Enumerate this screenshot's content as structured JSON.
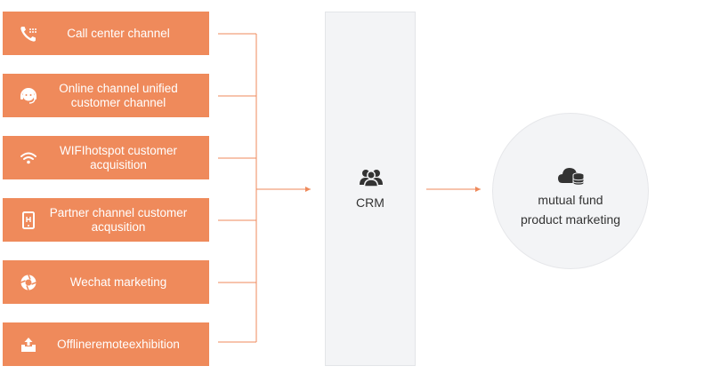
{
  "colors": {
    "channel_bg": "#ef8a5b",
    "connector": "#ef8a5b",
    "panel_bg": "#f3f4f6",
    "text": "#333333"
  },
  "channels": [
    {
      "label": "Call center channel",
      "icon": "phone-icon"
    },
    {
      "label": "Online channel unified customer channel",
      "icon": "headset-icon"
    },
    {
      "label": "WIFIhotspot customer acquisition",
      "icon": "wifi-icon"
    },
    {
      "label": "Partner channel customer acqusition",
      "icon": "mobile-device-icon"
    },
    {
      "label": "Wechat marketing",
      "icon": "camera-shutter-icon"
    },
    {
      "label": "Offlineremoteexhibition",
      "icon": "upload-box-icon"
    }
  ],
  "crm": {
    "label": "CRM",
    "icon": "users-icon"
  },
  "fund": {
    "line1": "mutual fund",
    "line2": "product marketing",
    "icon": "cloud-coins-icon"
  }
}
